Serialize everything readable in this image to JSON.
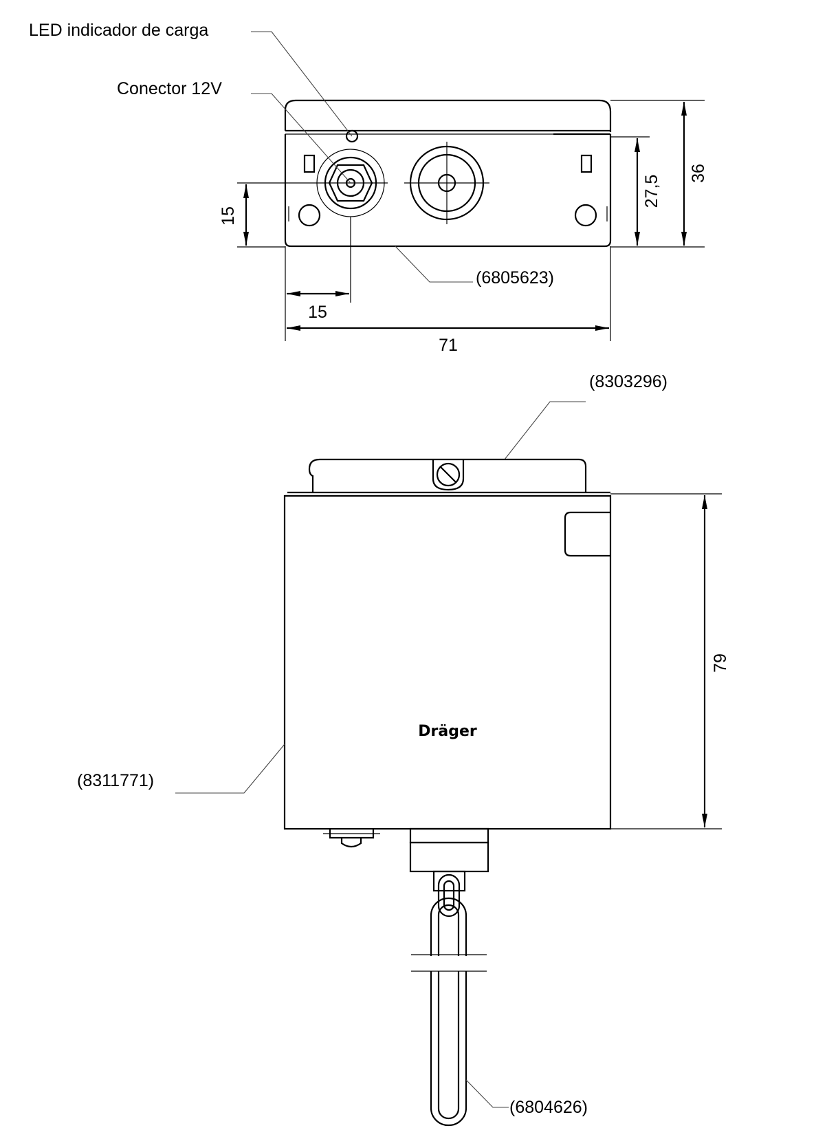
{
  "labels": {
    "led": "LED indicador de carga",
    "connector": "Conector 12V",
    "part_front": "(6805623)",
    "part_top": "(8303296)",
    "part_body": "(8311771)",
    "part_chain": "(6804626)",
    "brand": "Dräger"
  },
  "dimensions": {
    "height_total": "36",
    "height_front": "27,5",
    "left_offset_v": "15",
    "left_offset_h": "15",
    "width": "71",
    "body_height": "79"
  }
}
